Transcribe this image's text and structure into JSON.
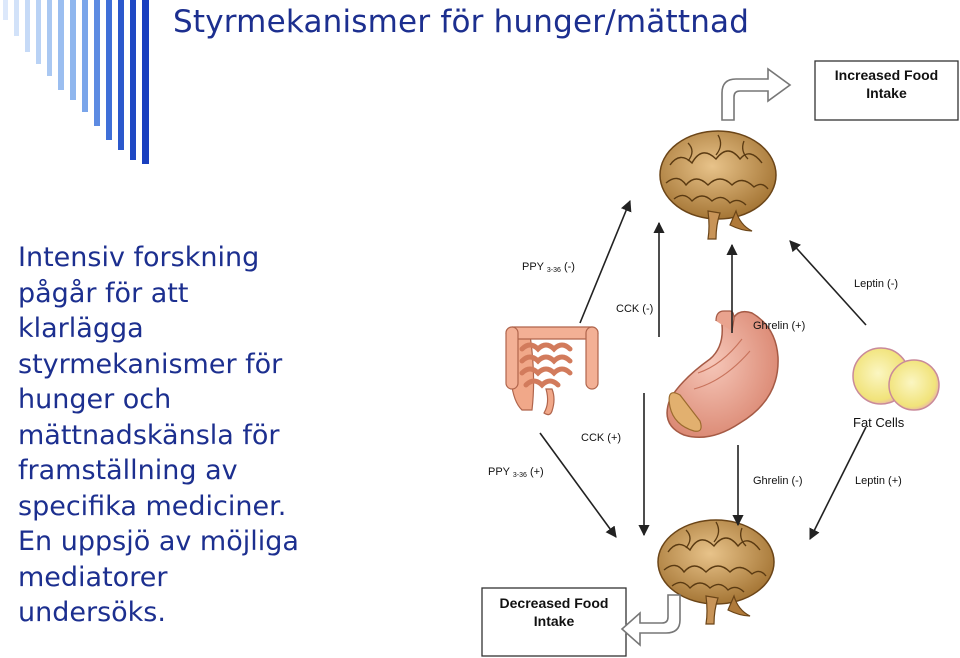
{
  "slide": {
    "title": "Styrmekanismer för hunger/mättnad",
    "body_lines": [
      "Intensiv forskning",
      "pågår för att",
      "klarlägga",
      "styrmekanismer för",
      "hunger och",
      "mättnadskänsla för",
      "framställning av",
      "specifika mediciner.",
      "En uppsjö av möjliga",
      "mediatorer",
      "undersöks."
    ],
    "colors": {
      "text": "#1c2f8f",
      "bar_dark": "#1a3fbf",
      "bar_light": "#8fb6ee"
    }
  },
  "diagram": {
    "increased_box": [
      "Increased Food",
      "Intake"
    ],
    "decreased_box": [
      "Decreased Food",
      "Intake"
    ],
    "labels": {
      "ppy_neg_prefix": "PPY",
      "ppy_neg_sub": "3-36",
      "ppy_neg_sign": "(-)",
      "cck_neg": "CCK (-)",
      "ghrelin_pos": "Ghrelin (+)",
      "leptin_neg": "Leptin (-)",
      "fat_cells": "Fat Cells",
      "cck_pos": "CCK (+)",
      "ppy_pos_prefix": "PPY",
      "ppy_pos_sub": "3-36",
      "ppy_pos_sign": "(+)",
      "ghrelin_neg": "Ghrelin (-)",
      "leptin_pos": "Leptin (+)"
    },
    "icons": [
      "brain-icon",
      "intestine-icon",
      "stomach-icon",
      "fat-cells-icon",
      "bent-arrow-icon"
    ]
  }
}
